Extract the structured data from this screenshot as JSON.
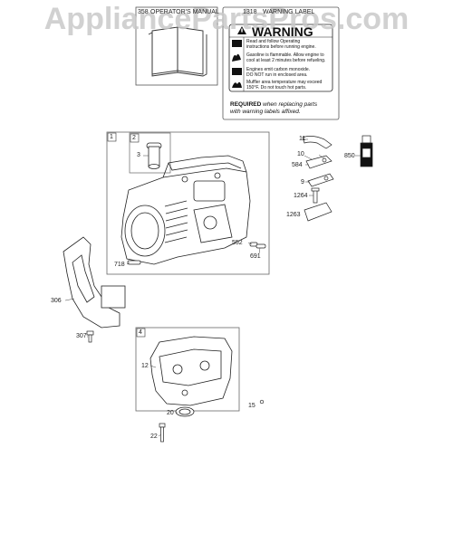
{
  "watermark": "AppliancePartsPros.com",
  "manual": {
    "label": "OPERATOR'S MANUAL",
    "number": "358"
  },
  "warning_label": {
    "number": "1318",
    "label": "WARNING LABEL",
    "title": "WARNING",
    "lines": [
      "Read and follow Operating",
      "instructions before running engine.",
      "Gasoline is flammable. Allow engine to",
      "cool at least 2 minutes before refueling.",
      "Engines emit carbon monoxide.",
      "DO NOT run in enclosed area.",
      "Muffler area temperature may exceed",
      "150°F. Do not touch hot parts."
    ],
    "required_bold": "REQUIRED",
    "required_rest": " when replacing parts",
    "required_line2": "with warning labels affixed."
  },
  "callouts": {
    "box1": "1",
    "box2": "2",
    "p3": "3",
    "box4": "4",
    "p11": "11",
    "p10": "10",
    "p584": "584",
    "p850": "850",
    "p9": "9",
    "p1264": "1264",
    "p1263": "1263",
    "p552": "552",
    "p691": "691",
    "p718": "718",
    "p306": "306",
    "p307": "307",
    "p12": "12",
    "p20": "20",
    "p15": "15",
    "p22": "22"
  }
}
